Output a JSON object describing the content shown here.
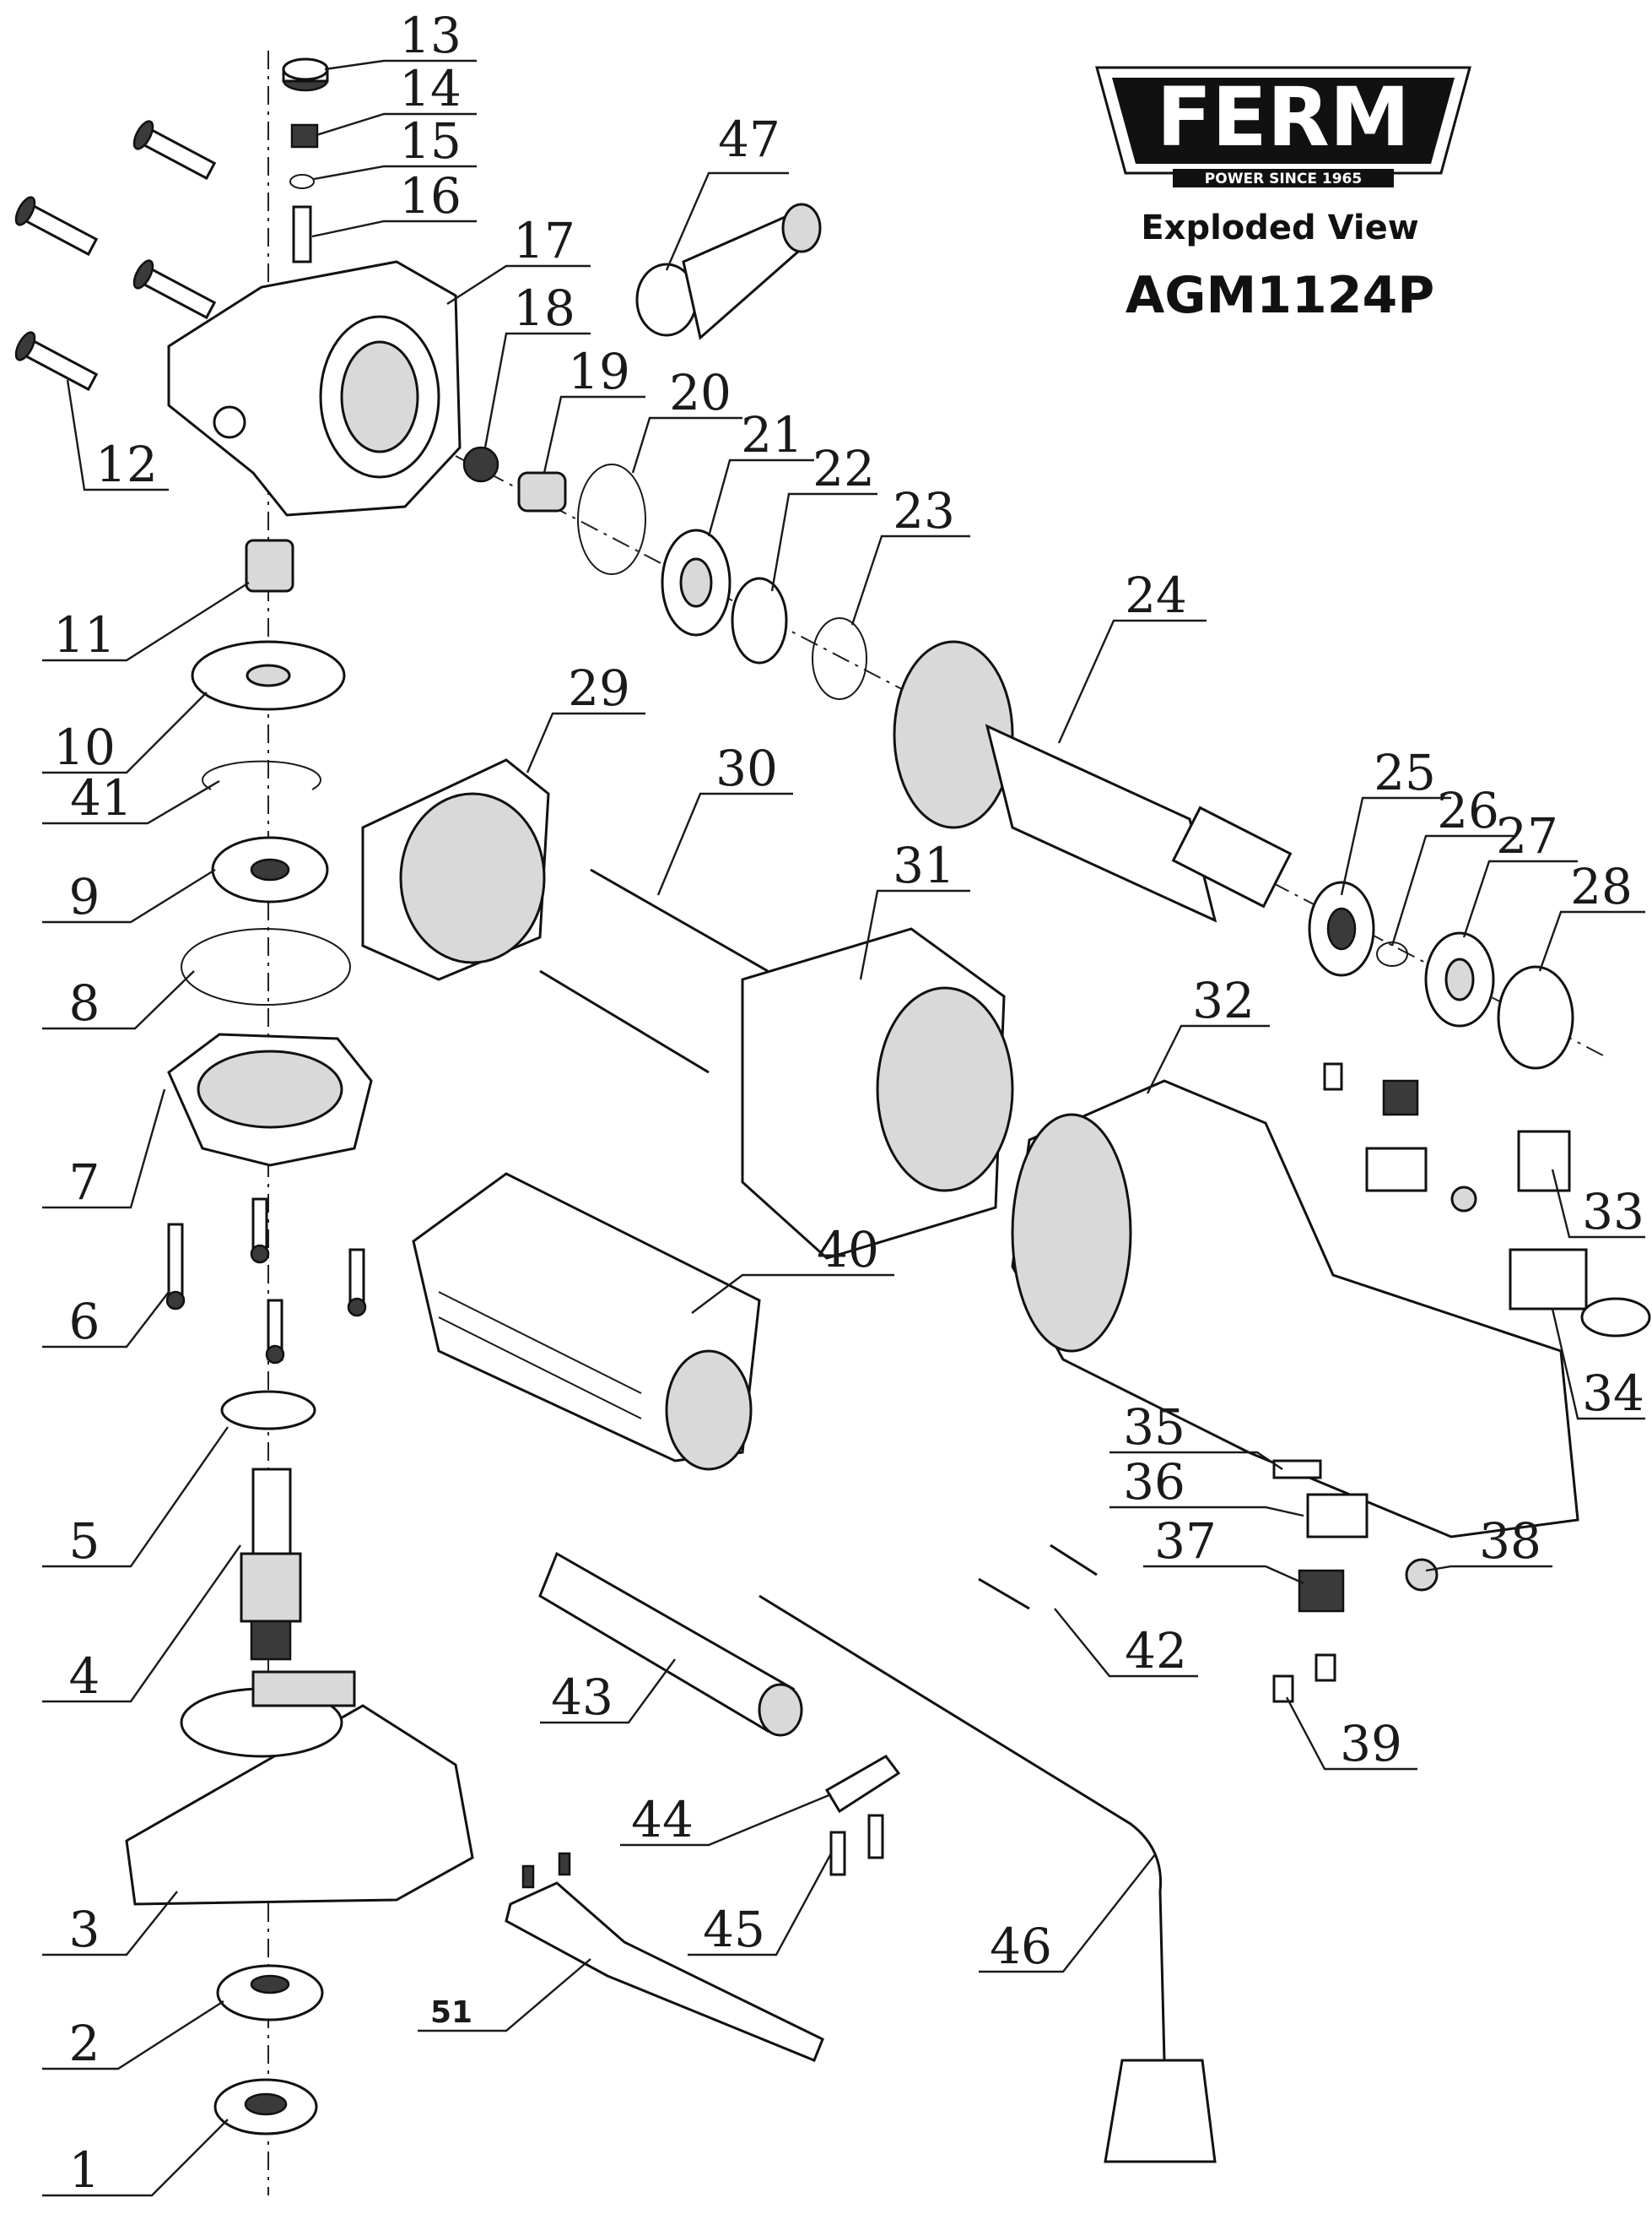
{
  "brand": {
    "logo_text": "FERM",
    "tagline": "POWER SINCE 1965",
    "heading": "Exploded View",
    "model": "AGM1124P"
  },
  "callouts": [
    {
      "id": "1",
      "label": "1"
    },
    {
      "id": "2",
      "label": "2"
    },
    {
      "id": "3",
      "label": "3"
    },
    {
      "id": "4",
      "label": "4"
    },
    {
      "id": "5",
      "label": "5"
    },
    {
      "id": "6",
      "label": "6"
    },
    {
      "id": "7",
      "label": "7"
    },
    {
      "id": "8",
      "label": "8"
    },
    {
      "id": "9",
      "label": "9"
    },
    {
      "id": "10",
      "label": "10"
    },
    {
      "id": "11",
      "label": "11"
    },
    {
      "id": "12",
      "label": "12"
    },
    {
      "id": "13",
      "label": "13"
    },
    {
      "id": "14",
      "label": "14"
    },
    {
      "id": "15",
      "label": "15"
    },
    {
      "id": "16",
      "label": "16"
    },
    {
      "id": "17",
      "label": "17"
    },
    {
      "id": "18",
      "label": "18"
    },
    {
      "id": "19",
      "label": "19"
    },
    {
      "id": "20",
      "label": "20"
    },
    {
      "id": "21",
      "label": "21"
    },
    {
      "id": "22",
      "label": "22"
    },
    {
      "id": "23",
      "label": "23"
    },
    {
      "id": "24",
      "label": "24"
    },
    {
      "id": "25",
      "label": "25"
    },
    {
      "id": "26",
      "label": "26"
    },
    {
      "id": "27",
      "label": "27"
    },
    {
      "id": "28",
      "label": "28"
    },
    {
      "id": "29",
      "label": "29"
    },
    {
      "id": "30",
      "label": "30"
    },
    {
      "id": "31",
      "label": "31"
    },
    {
      "id": "32",
      "label": "32"
    },
    {
      "id": "33",
      "label": "33"
    },
    {
      "id": "34",
      "label": "34"
    },
    {
      "id": "35",
      "label": "35"
    },
    {
      "id": "36",
      "label": "36"
    },
    {
      "id": "37",
      "label": "37"
    },
    {
      "id": "38",
      "label": "38"
    },
    {
      "id": "39",
      "label": "39"
    },
    {
      "id": "40",
      "label": "40"
    },
    {
      "id": "41",
      "label": "41"
    },
    {
      "id": "42",
      "label": "42"
    },
    {
      "id": "43",
      "label": "43"
    },
    {
      "id": "44",
      "label": "44"
    },
    {
      "id": "45",
      "label": "45"
    },
    {
      "id": "46",
      "label": "46"
    },
    {
      "id": "47",
      "label": "47"
    },
    {
      "id": "51",
      "label": "51"
    }
  ]
}
